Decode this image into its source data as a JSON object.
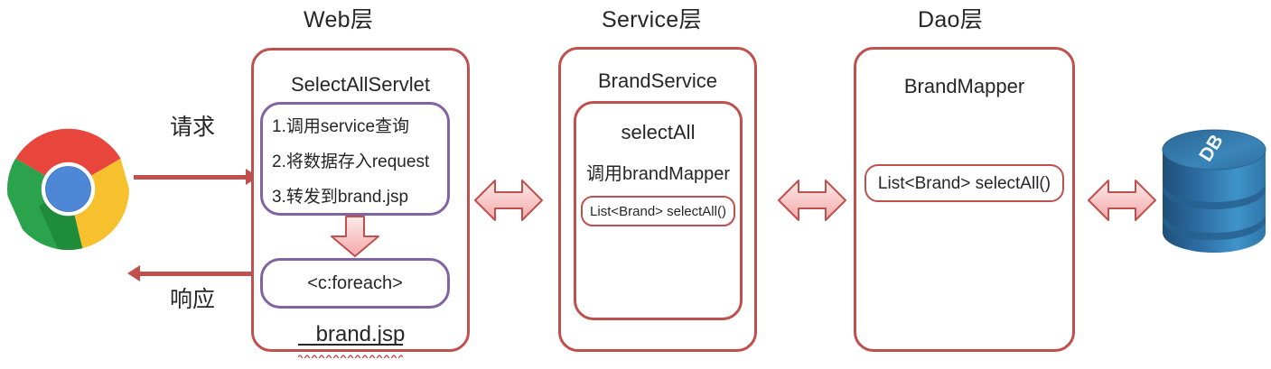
{
  "diagram": {
    "title": "MVC three-layer architecture flow",
    "colors": {
      "red": "#c0504d",
      "purple": "#8064a2",
      "arrow_fill_light": "#fbdcdc",
      "arrow_fill_dark": "#f2a8a8",
      "db_blue": "#2e6ca4",
      "db_blue_light": "#3f8fc4",
      "text": "#262626"
    },
    "headers": [
      {
        "id": "web",
        "label": "Web层"
      },
      {
        "id": "service",
        "label": "Service层"
      },
      {
        "id": "dao",
        "label": "Dao层"
      }
    ],
    "flow_labels": {
      "request": "请求",
      "response": "响应"
    },
    "web_layer": {
      "box_title": "SelectAllServlet",
      "steps": [
        "1.调用service查询",
        "2.将数据存入request",
        "3.转发到brand.jsp"
      ],
      "jsp_tag": "<c:foreach>",
      "jsp_file": "brand.jsp"
    },
    "service_layer": {
      "box_title": "BrandService",
      "method_title": "selectAll",
      "method_body": "调用brandMapper",
      "signature": "List<Brand> selectAll()"
    },
    "dao_layer": {
      "box_title": "BrandMapper",
      "signature": "List<Brand> selectAll()"
    },
    "database": {
      "label": "DB"
    },
    "icons": {
      "chrome": "chrome-browser-icon",
      "database": "database-cylinder-icon",
      "double_arrow": "double-arrow-icon",
      "down_arrow": "down-arrow-icon"
    }
  }
}
